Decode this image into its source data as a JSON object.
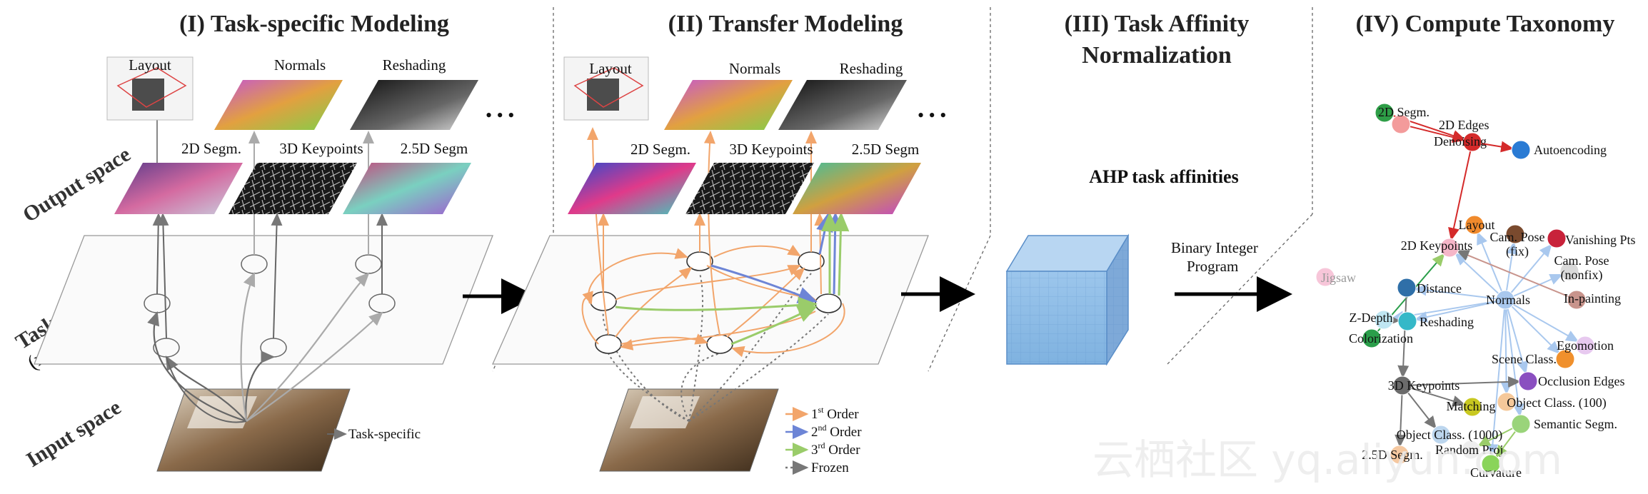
{
  "panels": {
    "p1_title": "(I) Task-specific Modeling",
    "p2_title": "(II) Transfer Modeling",
    "p3_title_line1": "(III) Task Affinity",
    "p3_title_line2": "Normalization",
    "p4_title": "(IV) Compute Taxonomy"
  },
  "side_labels": {
    "output": "Output space",
    "task_line1": "Task Space",
    "task_line2": "(representation)",
    "input": "Input space"
  },
  "p1_outputs": {
    "layout": "Layout",
    "normals": "Normals",
    "reshading": "Reshading",
    "segm2d": "2D Segm.",
    "keypoints3d": "3D Keypoints",
    "segm25": "2.5D Segm",
    "ellipsis": "• • •"
  },
  "p1_legend": "Task-specific",
  "p2_outputs": {
    "layout": "Layout",
    "normals": "Normals",
    "reshading": "Reshading",
    "segm2d": "2D Segm.",
    "keypoints3d": "3D Keypoints",
    "segm25": "2.5D Segm",
    "ellipsis": "• • •"
  },
  "p2_legend": [
    {
      "base": "1",
      "sup": "st",
      "rest": " Order",
      "color": "#f2a56b"
    },
    {
      "base": "2",
      "sup": "nd",
      "rest": " Order",
      "color": "#6d85d6"
    },
    {
      "base": "3",
      "sup": "rd",
      "rest": " Order",
      "color": "#9acc6a"
    },
    {
      "base": "",
      "sup": "",
      "rest": "Frozen",
      "color": "#777777"
    }
  ],
  "p3": {
    "ahp": "AHP task affinities",
    "bip_line1": "Binary Integer",
    "bip_line2": "Program"
  },
  "taxonomy_nodes": [
    {
      "id": "segm2d",
      "label": "2D Segm.",
      "color": "#2e9e47"
    },
    {
      "id": "edges2d",
      "label": "2D Edges",
      "color": "#f39b9b"
    },
    {
      "id": "denoising",
      "label": "Denoising",
      "color": "#d42a2a"
    },
    {
      "id": "autoencoding",
      "label": "Autoencoding",
      "color": "#2a7bd4"
    },
    {
      "id": "layout",
      "label": "Layout",
      "color": "#f08a2c"
    },
    {
      "id": "campose_fix",
      "label": "Cam. Pose (fix)",
      "color": "#7a4a2e"
    },
    {
      "id": "vanishing",
      "label": "Vanishing Pts",
      "color": "#c8223a"
    },
    {
      "id": "keypoints2d",
      "label": "2D Keypoints",
      "color": "#f5b6c8"
    },
    {
      "id": "campose_nonfix",
      "label": "Cam. Pose (nonfix)",
      "color": "#d9d9d9"
    },
    {
      "id": "jigsaw",
      "label": "Jigsaw",
      "color": "#f7c6d9"
    },
    {
      "id": "distance",
      "label": "Distance",
      "color": "#2f6fa8"
    },
    {
      "id": "normals",
      "label": "Normals",
      "color": "#a9c8ee"
    },
    {
      "id": "inpainting",
      "label": "In-painting",
      "color": "#c8948c"
    },
    {
      "id": "zdepth",
      "label": "Z-Depth",
      "color": "#bfe6f2"
    },
    {
      "id": "reshading",
      "label": "Reshading",
      "color": "#35b8c8"
    },
    {
      "id": "colorization",
      "label": "Colorization",
      "color": "#2a9e4a"
    },
    {
      "id": "egomotion",
      "label": "Egomotion",
      "color": "#e7c9ef"
    },
    {
      "id": "sceneclass",
      "label": "Scene Class.",
      "color": "#f0902c"
    },
    {
      "id": "occlusion",
      "label": "Occlusion Edges",
      "color": "#8a4fc0"
    },
    {
      "id": "keypoints3d",
      "label": "3D Keypoints",
      "color": "#6b6b6b"
    },
    {
      "id": "matching",
      "label": "Matching",
      "color": "#c8c820"
    },
    {
      "id": "objclass100",
      "label": "Object Class. (100)",
      "color": "#f5c89a"
    },
    {
      "id": "semseg",
      "label": "Semantic Segm.",
      "color": "#9ad47a"
    },
    {
      "id": "objclass1000",
      "label": "Object Class. (1000)",
      "color": "#bcd6ee"
    },
    {
      "id": "randomproj",
      "label": "Random Proj.",
      "color": "#eeeeee"
    },
    {
      "id": "segm25",
      "label": "2.5D Segm.",
      "color": "#f5c8a0"
    },
    {
      "id": "curvature",
      "label": "Curvature",
      "color": "#8ad45a"
    }
  ],
  "watermark": "云栖社区 yq.aliyun.com"
}
